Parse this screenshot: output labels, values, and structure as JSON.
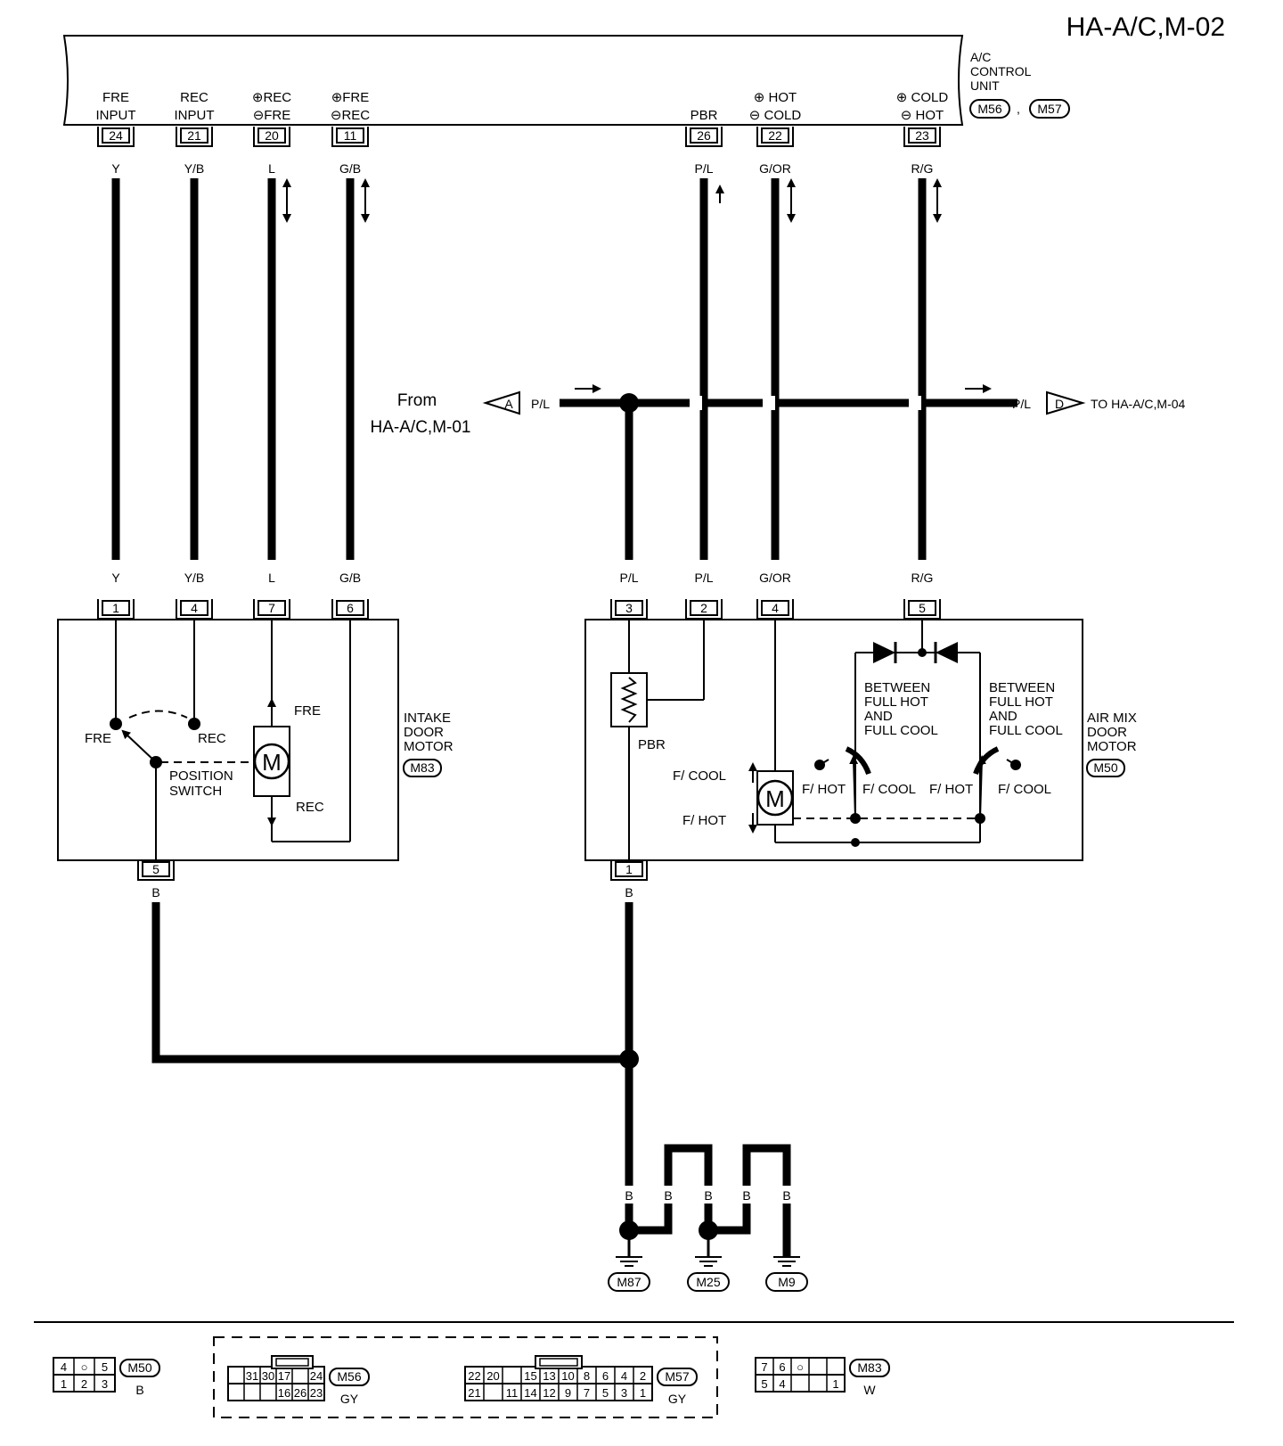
{
  "page_title": "HA-A/C,M-02",
  "control_unit": {
    "name_line1": "A/C",
    "name_line2": "CONTROL",
    "name_line3": "UNIT",
    "connector_a": "M56",
    "separator": ",",
    "connector_b": "M57",
    "terminals": [
      {
        "num": "24",
        "label1": "FRE",
        "label2": "INPUT",
        "wire": "Y"
      },
      {
        "num": "21",
        "label1": "REC",
        "label2": "INPUT",
        "wire": "Y/B"
      },
      {
        "num": "20",
        "label1": "⊕REC",
        "label2": "⊖FRE",
        "wire": "L"
      },
      {
        "num": "11",
        "label1": "⊕FRE",
        "label2": "⊖REC",
        "wire": "G/B"
      },
      {
        "num": "26",
        "label1": "",
        "label2": "PBR",
        "wire": "P/L"
      },
      {
        "num": "22",
        "label1": "⊕ HOT",
        "label2": "⊖ COLD",
        "wire": "G/OR"
      },
      {
        "num": "23",
        "label1": "⊕ COLD",
        "label2": "⊖ HOT",
        "wire": "R/G"
      }
    ]
  },
  "bus": {
    "from_label1": "From",
    "from_label2": "HA-A/C,M-01",
    "from_connector": "A",
    "from_wire": "P/L",
    "to_connector": "D",
    "to_wire": "P/L",
    "to_label": "TO HA-A/C,M-04"
  },
  "intake_motor": {
    "name_line1": "INTAKE",
    "name_line2": "DOOR",
    "name_line3": "MOTOR",
    "connector": "M83",
    "pins": [
      {
        "num": "1",
        "wire": "Y"
      },
      {
        "num": "4",
        "wire": "Y/B"
      },
      {
        "num": "7",
        "wire": "L"
      },
      {
        "num": "6",
        "wire": "G/B"
      }
    ],
    "ground_pin": "5",
    "ground_wire": "B",
    "fre": "FRE",
    "rec": "REC",
    "switch_line1": "POSITION",
    "switch_line2": "SWITCH",
    "motor_symbol": "M",
    "dir_fre": "FRE",
    "dir_rec": "REC"
  },
  "airmix_motor": {
    "name_line1": "AIR MIX",
    "name_line2": "DOOR",
    "name_line3": "MOTOR",
    "connector": "M50",
    "pins": [
      {
        "num": "3",
        "wire": "P/L"
      },
      {
        "num": "2",
        "wire": "P/L"
      },
      {
        "num": "4",
        "wire": "G/OR"
      },
      {
        "num": "5",
        "wire": "R/G"
      }
    ],
    "ground_pin": "1",
    "ground_wire": "B",
    "pbr": "PBR",
    "motor_symbol": "M",
    "fcool": "F/ COOL",
    "fhot": "F/ HOT",
    "between1": [
      "BETWEEN",
      "FULL HOT",
      "AND",
      "FULL COOL"
    ],
    "between2": [
      "BETWEEN",
      "FULL HOT",
      "AND",
      "FULL COOL"
    ],
    "sw1_left": "F/ HOT",
    "sw1_right": "F/ COOL",
    "sw2_left": "F/ HOT",
    "sw2_right": "F/ COOL"
  },
  "grounds": {
    "wire": "B",
    "points": [
      "M87",
      "M25",
      "M9"
    ]
  },
  "connectors": {
    "m50": {
      "name": "M50",
      "color": "B",
      "row1": [
        "4",
        "○",
        "5"
      ],
      "row2": [
        "1",
        "2",
        "3"
      ]
    },
    "m56": {
      "name": "M56",
      "color": "GY",
      "row1": [
        "",
        "31",
        "30",
        "17",
        "",
        "24"
      ],
      "row2": [
        "",
        "",
        "",
        "16",
        "26",
        "23"
      ]
    },
    "m57": {
      "name": "M57",
      "color": "GY",
      "row1": [
        "22",
        "20",
        "",
        "15",
        "13",
        "10",
        "8",
        "6",
        "4",
        "2"
      ],
      "row2": [
        "21",
        "",
        "11",
        "14",
        "12",
        "9",
        "7",
        "5",
        "3",
        "1"
      ]
    },
    "m83": {
      "name": "M83",
      "color": "W",
      "row1": [
        "7",
        "6",
        "○",
        "",
        ""
      ],
      "row2": [
        "5",
        "4",
        "",
        "",
        "1"
      ]
    }
  }
}
